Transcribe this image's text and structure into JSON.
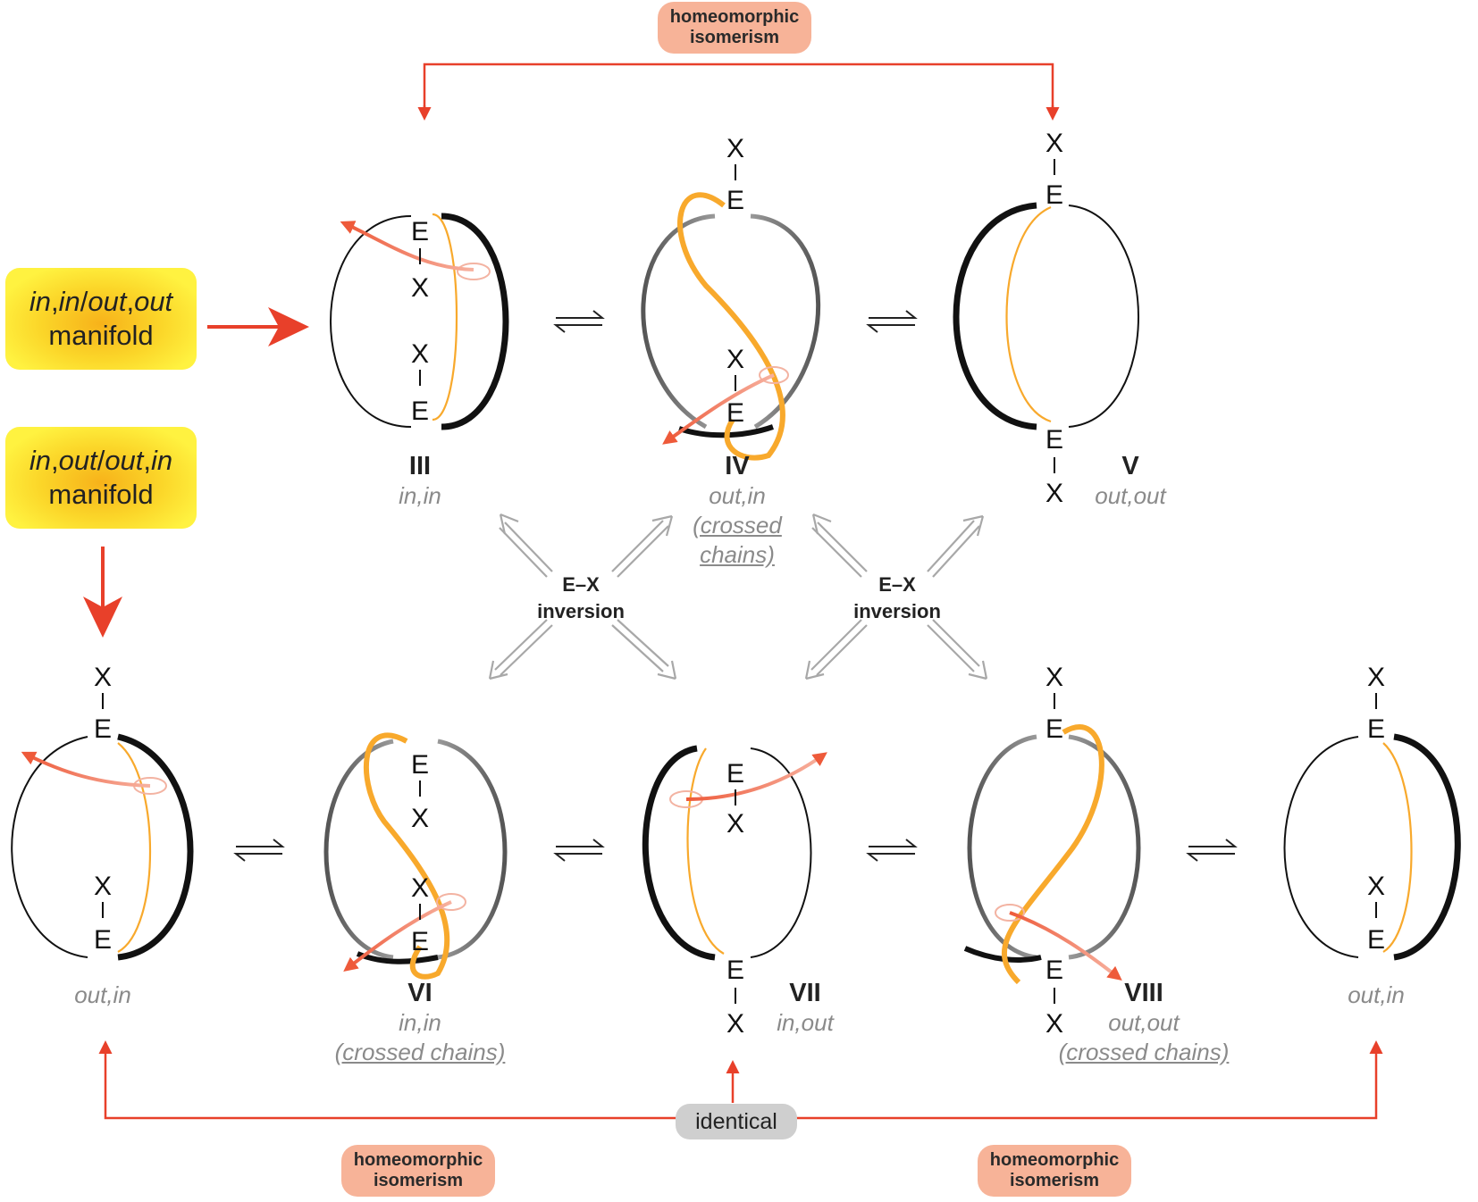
{
  "top_pill": {
    "line1": "homeomorphic",
    "line2": "isomerism"
  },
  "bottom_pill_left": {
    "line1": "homeomorphic",
    "line2": "isomerism"
  },
  "bottom_pill_right": {
    "line1": "homeomorphic",
    "line2": "isomerism"
  },
  "identical_label": "identical",
  "manifold1": {
    "line1_a": "in",
    "line1_b": ",",
    "line1_c": "in",
    "line1_d": "/",
    "line1_e": "out",
    "line1_f": ",",
    "line1_g": "out",
    "line2": "manifold"
  },
  "manifold2": {
    "line1_a": "in",
    "line1_b": ",",
    "line1_c": "out",
    "line1_d": "/",
    "line1_e": "out",
    "line1_f": ",",
    "line1_g": "in",
    "line2": "manifold"
  },
  "atoms": {
    "E": "E",
    "X": "X"
  },
  "inversion": {
    "line1": "E–X",
    "line2": "inversion"
  },
  "structures": {
    "III": {
      "label": "III",
      "conf": "in,in"
    },
    "IV": {
      "label": "IV",
      "conf": "out,in",
      "note1": "(crossed",
      "note2": "chains)"
    },
    "V": {
      "label": "V",
      "conf": "out,out"
    },
    "left": {
      "conf": "out,in"
    },
    "VI": {
      "label": "VI",
      "conf": "in,in",
      "note": "(crossed chains)"
    },
    "VII": {
      "label": "VII",
      "conf": "in,out"
    },
    "VIII": {
      "label": "VIII",
      "conf": "out,out",
      "note": "(crossed chains)"
    },
    "right": {
      "conf": "out,in"
    }
  },
  "colors": {
    "accent_red": "#e8402a",
    "chain_orange": "#f8a92c",
    "manifold_yellow": "#fbe52d",
    "pill_salmon": "#f7b398",
    "gray_arrow": "#a8a8a8"
  }
}
